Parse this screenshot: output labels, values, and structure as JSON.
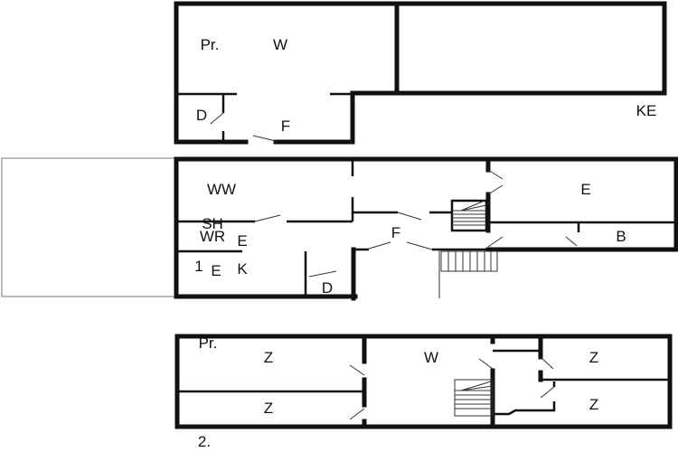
{
  "floors": {
    "top": {
      "labels": {
        "pr": "Pr.",
        "w": "W",
        "d": "D",
        "f": "F",
        "ke": "KE"
      }
    },
    "ground": {
      "labels": {
        "ww": "WW",
        "sh": "SH",
        "wr": "WR",
        "e1": "E",
        "one": "1",
        "e2": "E",
        "k": "K",
        "d": "D",
        "f": "F",
        "e3": "E",
        "b": "B"
      }
    },
    "second": {
      "labels": {
        "pr": "Pr.",
        "z1": "Z",
        "z2": "Z",
        "w": "W",
        "z3": "Z",
        "z4": "Z"
      },
      "floor_number": "2."
    }
  }
}
